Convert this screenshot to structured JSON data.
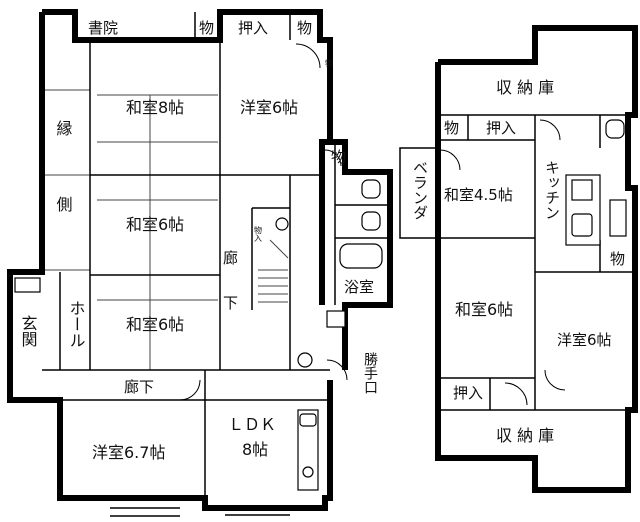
{
  "rooms": {
    "shoin": "書院",
    "mono_top1": "物",
    "oshiire_top": "押入",
    "mono_top2": "物",
    "mono_small": "物",
    "washitsu8": "和室8帖",
    "youshitsu6_top": "洋室6帖",
    "engawa": "縁側",
    "washitsu6_mid": "和室6帖",
    "washitsu6_low": "和室6帖",
    "mono_bath": "物",
    "mono_stair": "物入",
    "rouka_v": "廊下",
    "yokushitsu": "浴室",
    "genkan": "玄関",
    "hall": "ホール",
    "rouka_h": "廊下",
    "katteguchi": "勝手口",
    "youshitsu67": "洋室6.7帖",
    "ldk": "ＬＤＫ",
    "ldk_size": "8帖",
    "shunouko_top": "収 納 庫",
    "mono_2f": "物",
    "oshiire_2f_top": "押入",
    "veranda": "ベランダ",
    "washitsu45": "和室4.5帖",
    "kitchen": "キッチン",
    "mono_kitchen": "物",
    "washitsu6_2f": "和室6帖",
    "youshitsu6_2f": "洋室6帖",
    "oshiire_2f_low": "押入",
    "shunouko_bottom": "収 納 庫"
  }
}
